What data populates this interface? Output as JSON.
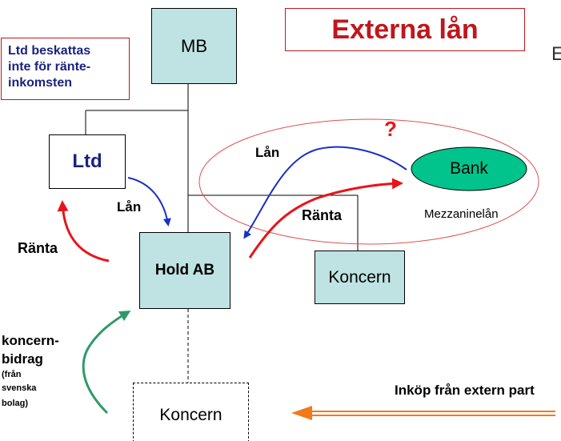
{
  "title": "Externa lån",
  "note": {
    "line1": "Ltd beskattas",
    "line2": "inte för ränte-",
    "line3": "inkomsten"
  },
  "question_mark": "?",
  "edge_fragment": "E",
  "nodes": {
    "mb": "MB",
    "ltd": "Ltd",
    "hold_ab": "Hold AB",
    "koncern_right": "Koncern",
    "koncern_bottom": "Koncern",
    "bank": "Bank"
  },
  "labels": {
    "lan_top": "Lån",
    "lan_left": "Lån",
    "ranta_mid": "Ränta",
    "ranta_left": "Ränta",
    "mezzanine": "Mezzaninelån",
    "koncernbidrag_1": "koncern-",
    "koncernbidrag_2": "bidrag",
    "fran_1": "(från",
    "fran_2": "svenska",
    "fran_3": "bolag)",
    "inkop": "Inköp från extern part"
  },
  "colors": {
    "title_red": "#c0161c",
    "box_fill": "#bfe3e3",
    "bank_fill": "#00c48c",
    "loan_arrow": "#1a2fc8",
    "interest_arrow": "#e8141a",
    "group_contribution_arrow": "#2e9a6a",
    "purchase_arrow": "#f07a1a",
    "ellipse_outline": "#e05050",
    "ltd_text": "#1a237e",
    "note_text": "#1a237e"
  }
}
